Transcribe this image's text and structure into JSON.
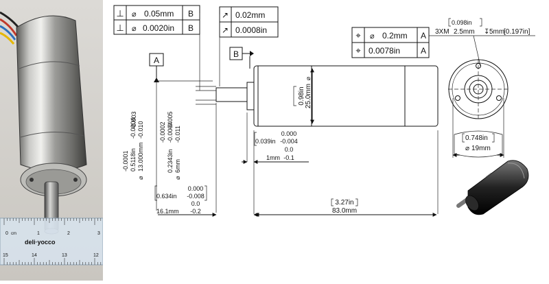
{
  "photo": {
    "ruler_brand": "deli·yocco",
    "ruler_unit": "cm",
    "ruler_numbers_top": [
      "0",
      "1",
      "2",
      "3"
    ],
    "ruler_numbers_bottom": [
      "15",
      "14",
      "13",
      "12"
    ]
  },
  "fcf": {
    "perp_row1": "0.05mm",
    "perp_row1_ref": "B",
    "perp_row2": "0.0020in",
    "perp_row2_ref": "B",
    "runout_row1": "0.02mm",
    "runout_row2": "0.0008in",
    "pos_row1": "0.2mm",
    "pos_row1_ref": "A",
    "pos_row2": "0.0078in",
    "pos_row2_ref": "A",
    "datum_a": "A",
    "datum_b": "B"
  },
  "symbols": {
    "perpendicularity": "⊥",
    "runout": "↗",
    "diameter": "⌀",
    "position": "⌖"
  },
  "dims": {
    "body_dia_in": "0.98in",
    "body_dia_mm": "25.0mm",
    "length_in": "3.27in",
    "length_mm": "83.0mm",
    "shaft_dia_in": "0.5118in",
    "shaft_dia_in_tol": "-0.0001",
    "shaft_dia_in_tol2": "-0.0004",
    "shaft_dia_mm": "13.000mm",
    "shaft_dia_mm_tol": "-0.003",
    "shaft_dia_mm_tol2": "-0.010",
    "shaft_6_in": "0.2343in",
    "shaft_6_in_tol": "-0.0002",
    "shaft_6_in_tol2": "-0.0004",
    "shaft_6_mm": "6mm",
    "shaft_6_mm_tol": "-0.005",
    "shaft_6_mm_tol2": "-0.011",
    "pilot_in": "0.039in",
    "pilot_in_tol_top": "0.000",
    "pilot_in_tol_bot": "-0.004",
    "pilot_mm": "1mm",
    "pilot_mm_tol_top": "0.0",
    "pilot_mm_tol_bot": "-0.1",
    "shaft_len_in": "0.634in",
    "shaft_len_in_tol_top": "0.000",
    "shaft_len_in_tol_bot": "-0.008",
    "shaft_len_mm": "16.1mm",
    "shaft_len_mm_tol_top": "0.0",
    "shaft_len_mm_tol_bot": "-0.2",
    "bc_in": "0.748in",
    "bc_mm": "19mm",
    "thread_in": "0.098in",
    "thread_count": "3XM",
    "thread_mm": "2.5mm",
    "thread_depth": "5mm",
    "thread_depth_in": "[0.197in]",
    "depth_symbol": "↧"
  }
}
